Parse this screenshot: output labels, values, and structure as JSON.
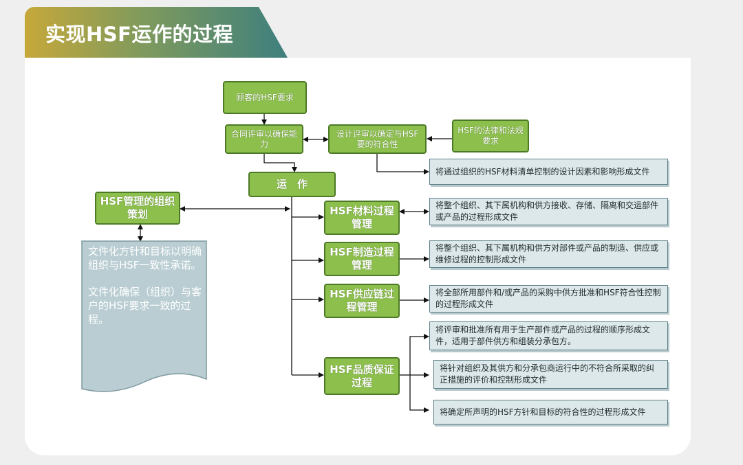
{
  "header": {
    "title": "实现HSF运作的过程"
  },
  "boxes": {
    "customer": "顾客的HSF要求",
    "contract": "合同评审以确保能力",
    "design": "设计评审以确定与HSF要的符合性",
    "law": "HSF的法律和法规要求",
    "operation": "运　作",
    "planning": "HSF管理的组织策划",
    "material": "HSF材料过程管理",
    "manufacture": "HSF制造过程管理",
    "supply": "HSF供应链过程管理",
    "quality": "HSF品质保证过程"
  },
  "notes": {
    "design_note": "将通过组织的HSF材料清单控制的设计因素和影响形成文件",
    "material_note": "将整个组织、其下属机构和供方接收、存储、隔离和交运部件或产品的过程形成文件",
    "manufacture_note": "将整个组织、其下属机构和供方对部件或产品的制造、供应或维修过程的控制形成文件",
    "supply_note": "将全部所用部件和/或产品的采购中供方批准和HSF符合性控制的过程形成文件",
    "quality_note1": "将评审和批准所有用于生产部件或产品的过程的顺序形成文件，适用于部件供方和组装分承包方。",
    "quality_note2": "将针对组织及其供方和分承包商运行中的不符合所采取的纠正措施的评价和控制形成文件",
    "quality_note3": "将确定所声明的HSF方针和目标的符合性的过程形成文件"
  },
  "document": {
    "para1": "文件化方针和目标以明确组织与HSF一致性承诺。",
    "para2": "文件化确保（组织）与客户的HSF要求一致的过程。"
  },
  "colors": {
    "box_fill": "#8cbf4b",
    "box_border": "#4d7a28",
    "note_fill": "#dde8ea",
    "doc_fill": "#b9cdd2",
    "header_start": "#c6a83a",
    "header_end": "#3e7f7e"
  }
}
